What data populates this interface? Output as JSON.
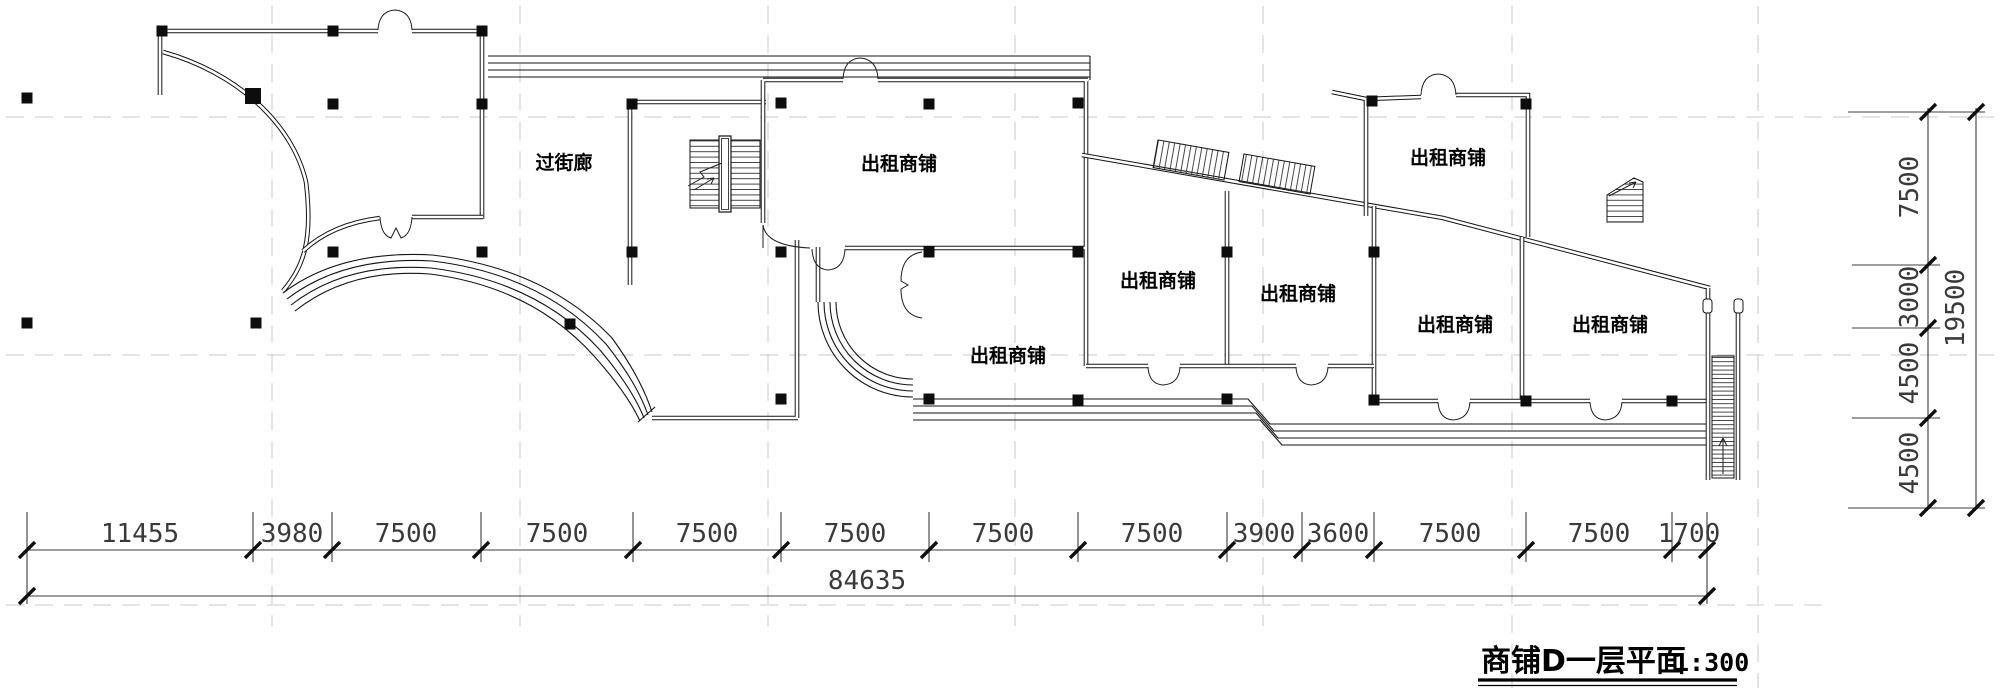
{
  "title": "商铺D一层平面",
  "scale": "1:300",
  "rooms": [
    {
      "name": "corridor",
      "label": "过街廊"
    },
    {
      "name": "shop-top-main",
      "label": "出租商铺"
    },
    {
      "name": "shop-lower-left",
      "label": "出租商铺"
    },
    {
      "name": "shop-middle-1",
      "label": "出租商铺"
    },
    {
      "name": "shop-middle-2",
      "label": "出租商铺"
    },
    {
      "name": "shop-middle-3",
      "label": "出租商铺"
    },
    {
      "name": "shop-middle-4",
      "label": "出租商铺"
    },
    {
      "name": "shop-top-right",
      "label": "出租商铺"
    }
  ],
  "dims_bottom": {
    "labels": [
      "11455",
      "3980",
      "7500",
      "7500",
      "7500",
      "7500",
      "7500",
      "7500",
      "3900",
      "3600",
      "7500",
      "7500",
      "1700"
    ],
    "total": "84635"
  },
  "dims_right": {
    "labels": [
      "7500",
      "3000",
      "4500",
      "4500"
    ],
    "total": "19500"
  },
  "colors": {
    "line": "#141414",
    "grid": "#c8c8c8",
    "dim_text": "#3a3a3a",
    "background": "#ffffff"
  }
}
